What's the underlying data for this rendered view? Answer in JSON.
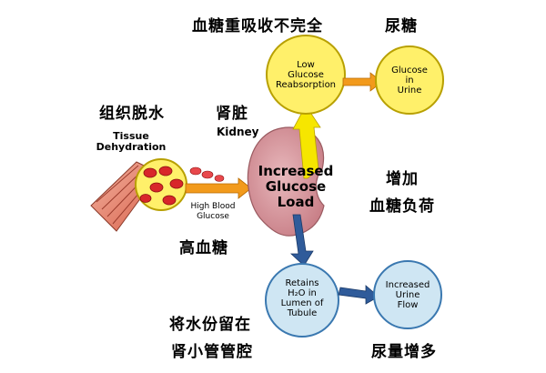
{
  "labels": {
    "top_zh": "血糖重吸收不完全",
    "glycosuria_zh": "尿糖",
    "tissue_zh": "组织脱水",
    "kidney_zh": "肾脏",
    "kidney_en": "Kidney",
    "tissue_en_1": "Tissue",
    "tissue_en_2": "Dehydration",
    "hbg_en_1": "High Blood",
    "hbg_en_2": "Glucose",
    "hyperglycemia_zh": "高血糖",
    "increase_zh_1": "增加",
    "increase_zh_2": "血糖负荷",
    "retain_zh_1": "将水份留在",
    "retain_zh_2": "肾小管管腔",
    "polyuria_zh": "尿量增多"
  },
  "nodes": {
    "low_reabs": [
      "Low",
      "Glucose",
      "Reabsorption"
    ],
    "glucose_urine": [
      "Glucose",
      "in",
      "Urine"
    ],
    "load": [
      "Increased",
      "Glucose",
      "Load"
    ],
    "retains": [
      "Retains",
      "H₂O in",
      "Lumen of",
      "Tubule"
    ],
    "urine_flow": [
      "Increased",
      "Urine",
      "Flow"
    ]
  },
  "colors": {
    "yellow_fill": "#fff06a",
    "yellow_stroke": "#b8a000",
    "blue_fill": "#cfe6f3",
    "blue_stroke": "#3a78b0",
    "kidney": "#d89aa0",
    "arrow_orange": "#f29a1c",
    "arrow_blue": "#2f5b9a",
    "arrow_yellow": "#f6e600",
    "blood_cell": "#d8262a",
    "muscle": "#e6826e"
  }
}
